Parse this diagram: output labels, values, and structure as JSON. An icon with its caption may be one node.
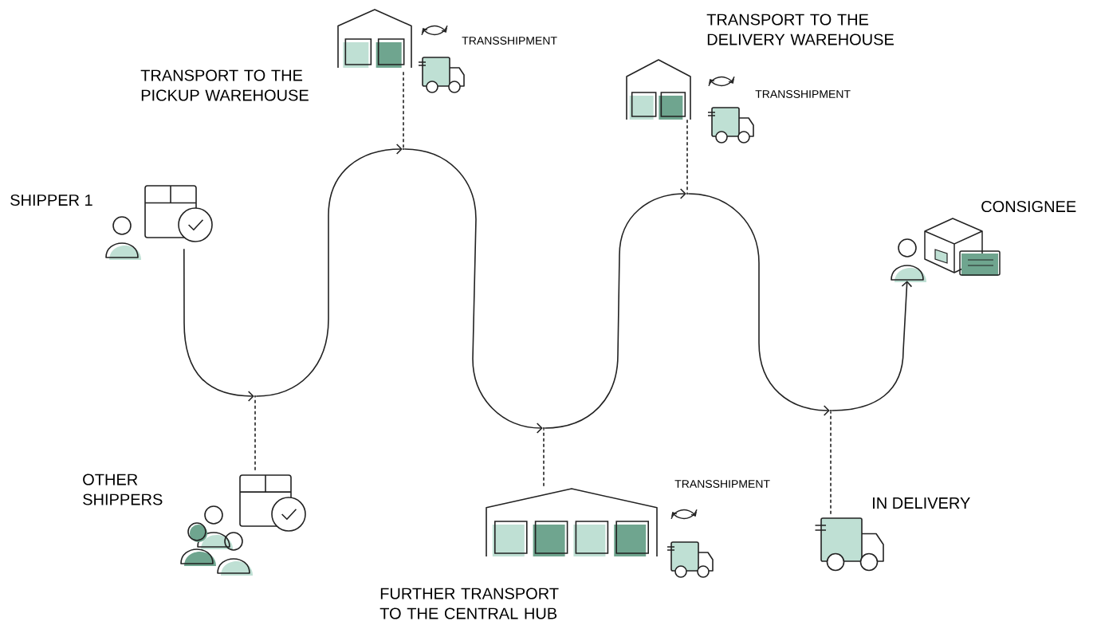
{
  "diagram": {
    "nodes": [
      {
        "text": [
          "SHIPPER 1"
        ]
      },
      {
        "text": [
          "OTHER SHIPPERS"
        ]
      },
      {
        "text": [
          "TRANSPORT TO THE PICKUP WAREHOUSE",
          "TRANSSHIPMENT"
        ]
      },
      {
        "text": [
          "FURTHER TRANSPORT TO THE CENTRAL HUB",
          "TRANSSHIPMENT"
        ]
      },
      {
        "text": [
          "TRANSPORT TO THE DELIVERY WAREHOUSE",
          "TRANSSHIPMENT"
        ]
      },
      {
        "text": [
          "IN DELIVERY"
        ]
      },
      {
        "text": [
          "CONSIGNEE"
        ]
      },
      {
        "text": [],
        "shape": "point"
      },
      {
        "text": [],
        "shape": "point"
      },
      {
        "text": [],
        "shape": "point"
      },
      {
        "text": [],
        "shape": "point"
      },
      {
        "text": [],
        "shape": "point"
      }
    ],
    "edges": [
      {
        "from": 0,
        "to": 7,
        "arrow": "to"
      },
      {
        "from": 7,
        "to": 8,
        "arrow": "to"
      },
      {
        "from": 8,
        "to": 9,
        "arrow": "to"
      },
      {
        "from": 9,
        "to": 10,
        "arrow": "to"
      },
      {
        "from": 10,
        "to": 11,
        "arrow": "to"
      },
      {
        "from": 11,
        "to": 6,
        "arrow": "to"
      },
      {
        "from": 1,
        "to": 7,
        "arrow": "none",
        "style": "dashed"
      },
      {
        "from": 2,
        "to": 8,
        "arrow": "none",
        "style": "dashed"
      },
      {
        "from": 3,
        "to": 9,
        "arrow": "none",
        "style": "dashed"
      },
      {
        "from": 4,
        "to": 10,
        "arrow": "none",
        "style": "dashed"
      },
      {
        "from": 5,
        "to": 11,
        "arrow": "none",
        "style": "dashed"
      }
    ]
  }
}
